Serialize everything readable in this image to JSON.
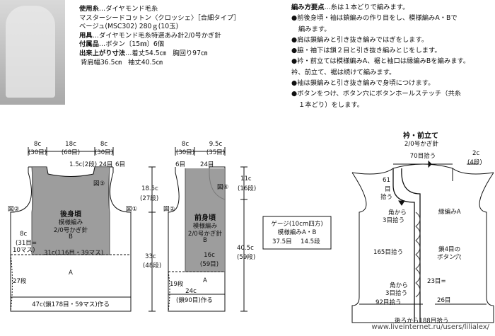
{
  "materials": {
    "yarn_label": "使用糸",
    "yarn_value": "…ダイヤモンド毛糸",
    "yarn_name": "マスターシードコットン〈クロッシェ〉［合細タイプ］",
    "yarn_color": "ベージュ(MSC302) 280ｇ(10玉)",
    "tools_label": "用具",
    "tools_value": "…ダイヤモンド毛糸特選あみ針2/0号かぎ針",
    "accessories_label": "付属品",
    "accessories_value": "…ボタン〔15㎜〕6個",
    "size_label": "出来上がり寸法",
    "size_value_1": "…着丈54.5㎝　胸回り97㎝",
    "size_value_2": "背肩幅36.5㎝　袖丈40.5㎝"
  },
  "steps": {
    "title": "編み方要点",
    "title_note": "…糸は１本どりで編みます。",
    "items": [
      "●前後身頃・袖は鎖編みの作り目をし、模様編みA・Bで",
      "編みます。",
      "●肩は鎖編みと引き抜き編みではぎをします。",
      "●脇・袖下は鎖２目と引き抜き編みとじをします。",
      "●衿・前立ては模様編みA、裾と袖口は縁編みBを編みます。",
      "衿、前立て、裾は続けて編みます。",
      "●袖は鎖編みと引き抜き編みで身頃につけます。",
      "●ボタンをつけ、ボタン穴にボタンホールステッチ（共糸",
      "１本どり）をします。"
    ]
  },
  "back": {
    "top_left": "8c",
    "top_left_rows": "(30目)",
    "top_mid": "18c",
    "top_mid_rows": "(68目)",
    "top_right": "8c",
    "top_right_rows": "(30目)",
    "neck": "1.5c(2段)",
    "neck_rows": "24目",
    "neck_rows2": "6目",
    "fig3": "図③",
    "title": "後身頃",
    "pattern": "模様編み",
    "hook": "2/0号かぎ針",
    "pattern_b": "B",
    "fig2": "図②",
    "fig1": "図①",
    "side_c": "8c",
    "side_rows": "(31目=",
    "side_rows2": "10マス)",
    "width_mid": "31c(116目・39マス)",
    "height_upper": "18.5c",
    "height_upper_rows": "(27段)",
    "height_lower": "33c",
    "height_lower_rows": "(48段)",
    "hem_rows": "27段",
    "hem_a": "A",
    "bottom": "47c(鎖178目・59マス)作る"
  },
  "front": {
    "top_left": "8c",
    "top_left_rows": "(30目)",
    "top_right": "9.5c",
    "top_right_rows": "(35目)",
    "neck_rows": "6目",
    "neck_rows2": "24目",
    "fig4": "図④",
    "fig2": "図②",
    "title": "前身頃",
    "pattern": "模様編み",
    "hook": "2/0号かぎ針",
    "pattern_b": "B",
    "mid_w": "16c",
    "mid_rows": "(59目)",
    "height_top": "11c",
    "height_top_rows": "(16段)",
    "height_total": "40.5c",
    "height_total_rows": "(59段)",
    "hem_rows": "19段",
    "hem_a": "A",
    "bottom": "24c",
    "bottom_rows": "(鎖90目)作る"
  },
  "gauge": {
    "title": "ゲージ(10cm四方)",
    "pattern": "模様編みA・B",
    "value_a": "37.5目",
    "value_b": "14.5段"
  },
  "collar": {
    "title": "衿・前立て",
    "hook": "2/0号かぎ針",
    "right_c": "2c",
    "right_rows": "(4段)",
    "pick_70": "70目拾う",
    "pick_61a": "61",
    "pick_61b": "目",
    "pick_61c": "拾う",
    "edge_a": "縁編みA",
    "corner_from": "角から",
    "corner_3": "3目拾う",
    "pick_165": "165目拾う",
    "button_1": "鎖4目の",
    "button_2": "ボタン穴",
    "count_23": "23目=",
    "corner_from2": "角から",
    "corner_3b": "3目拾う",
    "pick_92": "92目拾う",
    "rows_26": "26目",
    "back_pick": "後ろから188目拾う"
  },
  "watermark": "www.liveinternet.ru/users/lilialex/"
}
